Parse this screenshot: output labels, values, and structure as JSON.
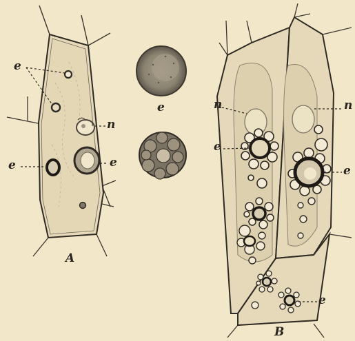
{
  "figure": {
    "labels": {
      "e": "e",
      "n": "n",
      "panel_a": "A",
      "panel_b": "B"
    },
    "colors": {
      "background": "#f2e7c9",
      "ink": "#2a2520",
      "cytoplasm": "#e3d6b6",
      "granule": "#8e8676"
    }
  }
}
